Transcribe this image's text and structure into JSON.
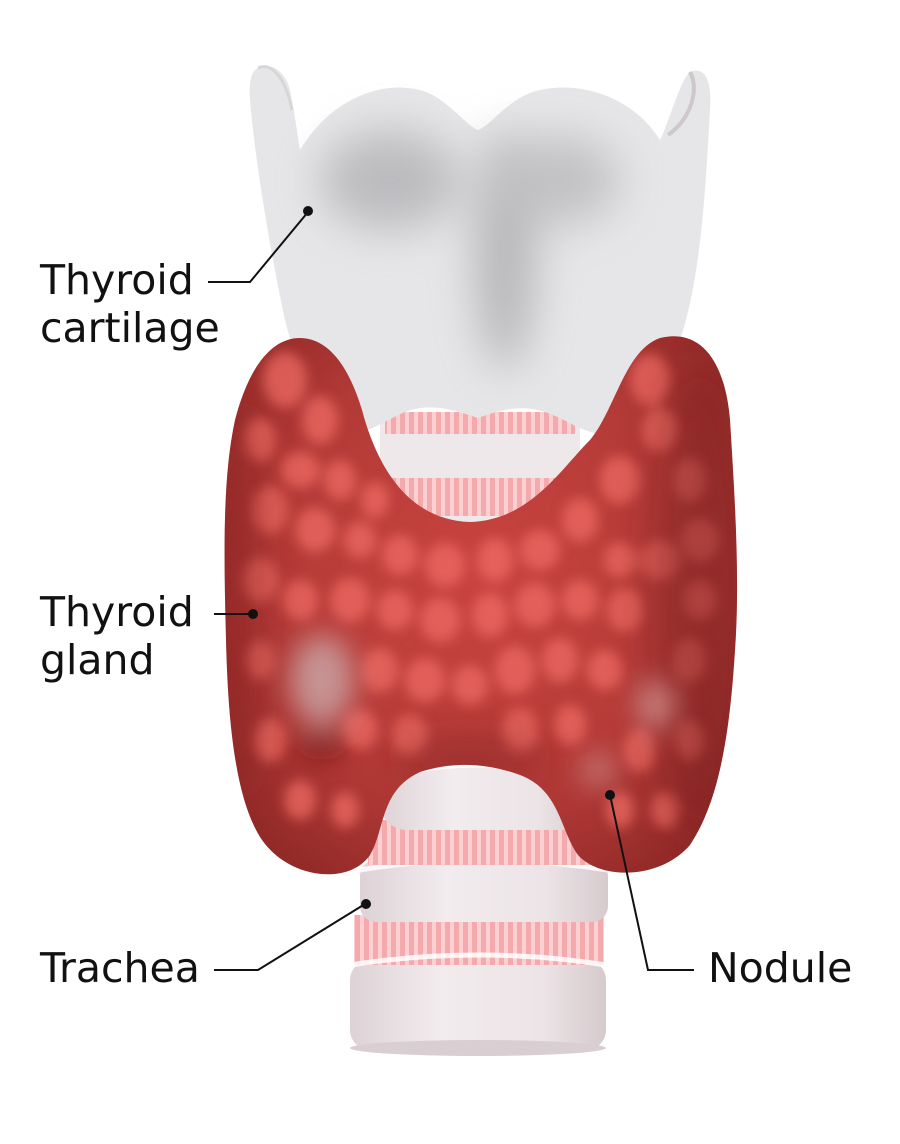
{
  "diagram": {
    "subject": "Thyroid anatomy with nodule",
    "colors": {
      "background": "#ffffff",
      "cartilage": "#e6e6e8",
      "cartilage_shadow": "#b9b9bc",
      "gland_dark": "#9c2f2c",
      "gland_mid": "#c8433f",
      "gland_follicle": "#f0726a",
      "trachea_ring": "#ece4e6",
      "trachea_band": "#f6b3b6",
      "leader_line": "#111111"
    },
    "labels": [
      {
        "id": "thyroid-cartilage",
        "line1": "Thyroid",
        "line2": "cartilage"
      },
      {
        "id": "thyroid-gland",
        "line1": "Thyroid",
        "line2": "gland"
      },
      {
        "id": "trachea",
        "line1": "Trachea"
      },
      {
        "id": "nodule",
        "line1": "Nodule"
      }
    ]
  }
}
